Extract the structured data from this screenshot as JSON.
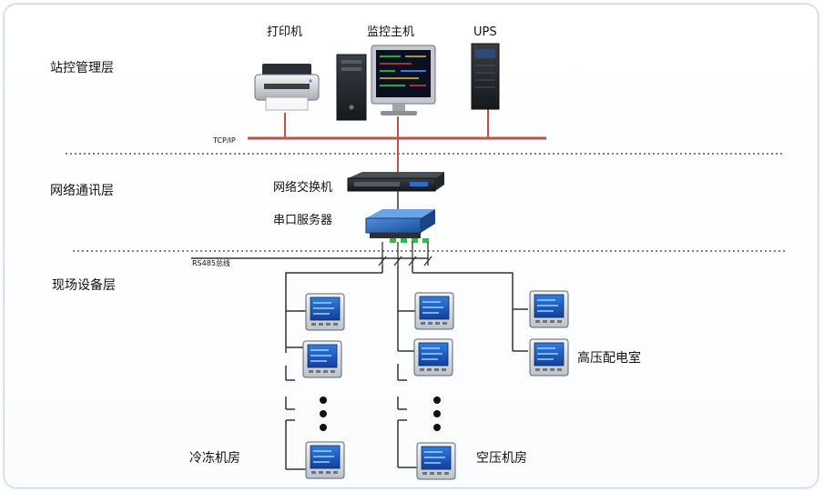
{
  "layers": {
    "station": "站控管理层",
    "network": "网络通讯层",
    "field": "现场设备层"
  },
  "devices": {
    "printer": "打印机",
    "host": "监控主机",
    "ups": "UPS",
    "switch": "网络交换机",
    "serial_server": "串口服务器"
  },
  "bus": {
    "tcpip": "TCP/IP",
    "rs485": "RS485总线"
  },
  "rooms": {
    "refrigeration": "冷冻机房",
    "compressor": "空压机房",
    "hv_room": "高压配电室"
  },
  "colors": {
    "ethernet_line": "#c0504d",
    "bus_line": "#222222",
    "meter_screen": "#1e64c8",
    "frame_border": "#c9d3dc"
  },
  "icons": [
    "printer-icon",
    "computer-icon",
    "ups-icon",
    "switch-icon",
    "serial-server-icon",
    "power-meter-icon"
  ]
}
